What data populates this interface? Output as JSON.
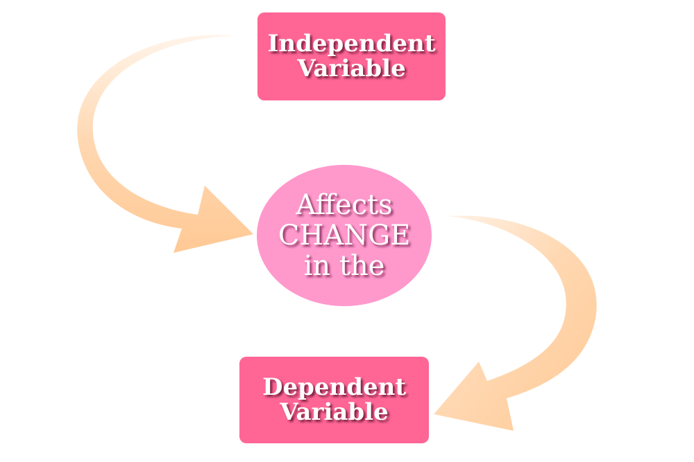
{
  "colors": {
    "box": "#ff6696",
    "ellipse": "#ff99cc",
    "arrow": "#ffc995"
  },
  "top_box": {
    "line1": "Independent",
    "line2": "Variable"
  },
  "middle": {
    "line1": "Affects",
    "line2": "CHANGE",
    "line3": "in the"
  },
  "bottom_box": {
    "line1": "Dependent",
    "line2": "Variable"
  }
}
